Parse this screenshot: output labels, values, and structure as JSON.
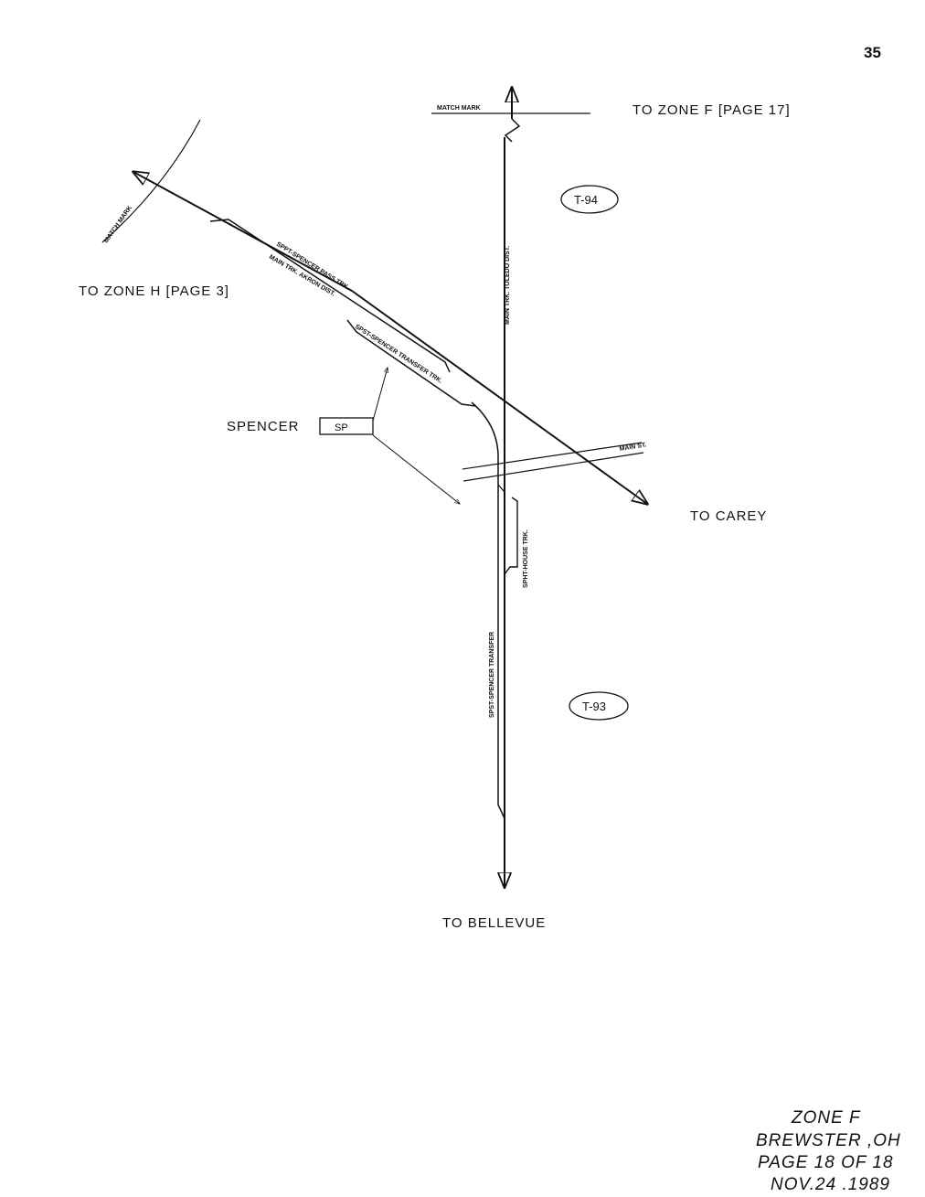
{
  "page_number": "35",
  "match_mark_top": "MATCH MARK",
  "match_mark_left": "MATCH MARK",
  "to_zone_f": "TO ZONE F [PAGE 17]",
  "to_zone_h": "TO ZONE H [PAGE 3]",
  "to_carey": "TO CAREY",
  "to_bellevue": "TO BELLEVUE",
  "spencer": "SPENCER",
  "sp_box": "SP",
  "t94": "T-94",
  "t93": "T-93",
  "main_st": "MAIN ST.",
  "track_labels": {
    "spencer_pass": "SPPT-SPENCER PASS TRK.",
    "main_akron": "MAIN TRK. AKRON DIST.",
    "spencer_transfer_upper": "SPST-SPENCER TRANSFER TRK.",
    "main_toledo": "MAIN TRK. TOLEDO DIST.",
    "house_trk": "SPHT-HOUSE TRK.",
    "spencer_transfer_lower": "SPST-SPENCER TRANSFER"
  },
  "title_block": {
    "zone": "ZONE F",
    "location": "BREWSTER ,OH",
    "page": "PAGE 18 OF 18",
    "date": "NOV.24 .1989"
  }
}
